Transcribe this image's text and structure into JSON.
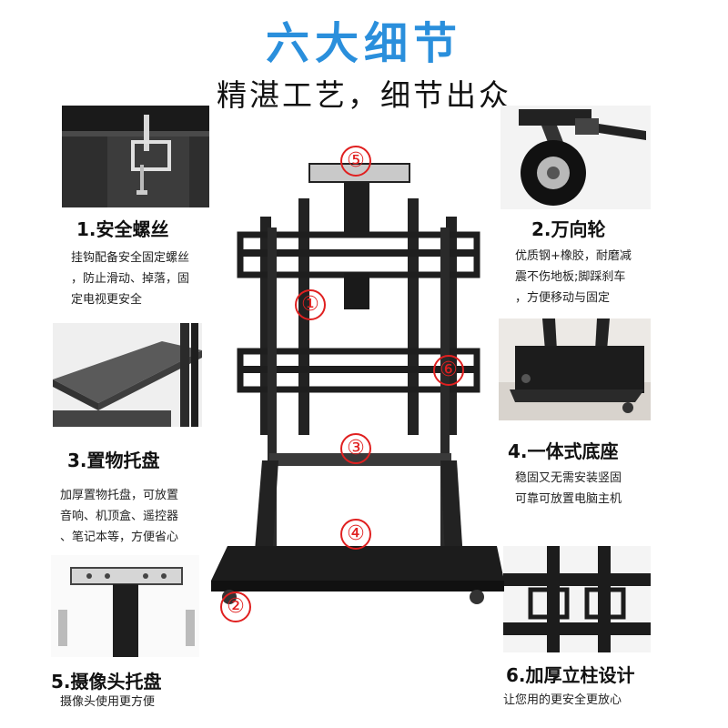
{
  "header": {
    "title": "六大细节",
    "subtitle": "精湛工艺，细节出众"
  },
  "accent_color": "#2a8fdc",
  "marker_color": "#e02020",
  "features": [
    {
      "title": "1.安全螺丝",
      "desc": [
        "挂钩配备安全固定螺丝",
        "，防止滑动、掉落，固",
        "定电视更安全"
      ]
    },
    {
      "title": "2.万向轮",
      "desc": [
        "优质钢+橡胶，耐磨减",
        "震不伤地板;脚踩刹车",
        "，方便移动与固定"
      ]
    },
    {
      "title": "3.置物托盘",
      "desc": [
        "加厚置物托盘，可放置",
        "音响、机顶盒、遥控器",
        "、笔记本等，方便省心"
      ]
    },
    {
      "title": "4.一体式底座",
      "desc": [
        "稳固又无需安装竖固",
        "可靠可放置电脑主机"
      ]
    },
    {
      "title": "5.摄像头托盘",
      "desc": [
        "摄像头使用更方便"
      ]
    },
    {
      "title": "6.加厚立柱设计",
      "desc": [
        "让您用的更安全更放心"
      ]
    }
  ],
  "markers": [
    "①",
    "②",
    "③",
    "④",
    "⑤",
    "⑥"
  ]
}
